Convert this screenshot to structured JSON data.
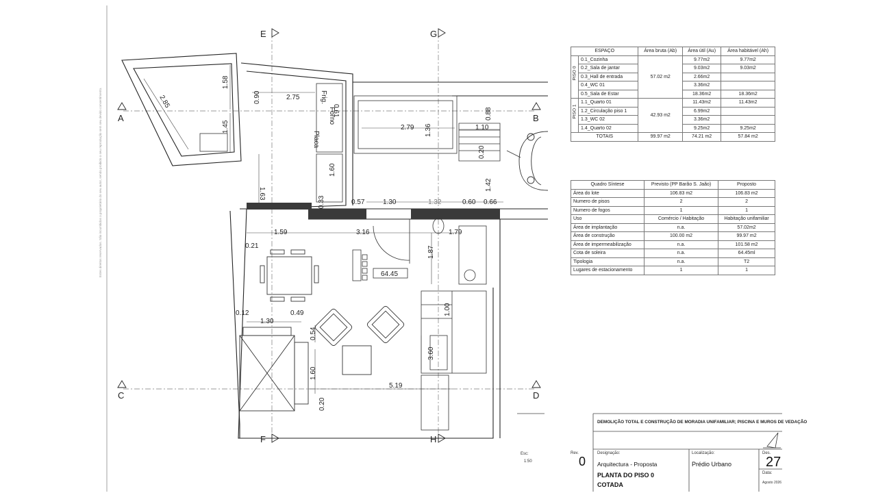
{
  "grid_labels": {
    "E": "E",
    "G": "G",
    "F": "F",
    "H": "H",
    "A": "A",
    "B": "B",
    "C": "C",
    "D": "D"
  },
  "dimensions": {
    "d285": "2.85",
    "d158": "1.58",
    "d145": "1.45",
    "d090": "0.90",
    "d275": "2.75",
    "frig": "Frig.",
    "forno": "Forno",
    "placa": "Placa",
    "d061": "0.61",
    "d160a": "1.60",
    "d033": "0.33",
    "d279": "2.79",
    "d136": "1.36",
    "d088": "0.88",
    "d110": "1.10",
    "d020a": "0.20",
    "d142": "1.42",
    "d163": "1.63",
    "d057": "0.57",
    "d130a": "1.30",
    "d132": "1.32",
    "d060": "0.60",
    "d066": "0.66",
    "d159": "1.59",
    "d316": "3.16",
    "d179": "1.79",
    "d021": "0.21",
    "d187": "1.87",
    "level": "64.45",
    "d100": "1.00",
    "d012": "0.12",
    "d049": "0.49",
    "d130b": "1.30",
    "d054": "0.54",
    "d360": "3.60",
    "d160b": "1.60",
    "d519": "5.19",
    "d020b": "0.20"
  },
  "areas_table": {
    "headers": [
      "ESPAÇO",
      "Área bruta (Ab)",
      "Área útil (Au)",
      "Área habitável (Ah)"
    ],
    "groups": [
      {
        "label": "PISO 0",
        "bruta": "57.02 m2",
        "rows": [
          [
            "0.1_Cozinha",
            "9.77m2",
            "9.77m2"
          ],
          [
            "0.2_Sala de jantar",
            "9.03m2",
            "9.03m2"
          ],
          [
            "0.3_Hall de entrada",
            "2.66m2",
            ""
          ],
          [
            "0.4_WC 01",
            "3.36m2",
            ""
          ],
          [
            "0.5_Sala de Estar",
            "18.36m2",
            "18.36m2"
          ]
        ]
      },
      {
        "label": "PISO 1",
        "bruta": "42.93 m2",
        "rows": [
          [
            "1.1_Quarto 01",
            "11.43m2",
            "11.43m2"
          ],
          [
            "1.2_Circulação piso 1",
            "6.99m2",
            ""
          ],
          [
            "1.3_WC 02",
            "3.36m2",
            ""
          ],
          [
            "1.4_Quarto 02",
            "9.25m2",
            "9.25m2"
          ]
        ]
      }
    ],
    "totals": [
      "TOTAIS",
      "99.97 m2",
      "74.21 m2",
      "57.84 m2"
    ]
  },
  "summary_table": {
    "headers": [
      "Quadro Síntese",
      "Previsto (PP Barão S. Jaão)",
      "Proposto"
    ],
    "rows": [
      [
        "Área do lote",
        "106.83 m2",
        "106.83 m2"
      ],
      [
        "Numero de pisos",
        "2",
        "2"
      ],
      [
        "Numero de fogos",
        "1",
        "1"
      ],
      [
        "Uso",
        "Comércio / Habitação",
        "Habitação unifamiliar"
      ],
      [
        "Área de implantação",
        "n.a.",
        "57.02m2"
      ],
      [
        "Área de construção",
        "100.00 m2",
        "99.97 m2"
      ],
      [
        "Área de impermeabilização",
        "n.a.",
        "101.58 m2"
      ],
      [
        "Cota de soleira",
        "n.a.",
        "64.45ml"
      ],
      [
        "Tipologia",
        "n.a.",
        "T2"
      ],
      [
        "Lugares de estacionamento",
        "1",
        "1"
      ]
    ]
  },
  "title_block": {
    "project": "DEMOLIÇÃO TOTAL E CONSTRUÇÃO DE MORADIA UNIFAMILIAR; PISCINA E MUROS DE VEDAÇÃO",
    "esc_label": "Esc:",
    "esc_value": "1:50",
    "rev_label": "Rev.",
    "rev_value": "0",
    "designacao_label": "Designação:",
    "designacao_value": "Arquitectura - Proposta",
    "drawing_title_1": "PLANTA DO PISO 0",
    "drawing_title_2": "COTADA",
    "localizacao_label": "Localização:",
    "localizacao_value": "Prédio Urbano",
    "des_label": "Des.",
    "des_value": "27",
    "data_label": "Data:",
    "data_value": "Agosto 2026"
  },
  "side_note": "Estes direitos reservados. São incumbidos o proprietário do seu autor, sendo proibido o seu reprodução sem seu devido consentimento."
}
